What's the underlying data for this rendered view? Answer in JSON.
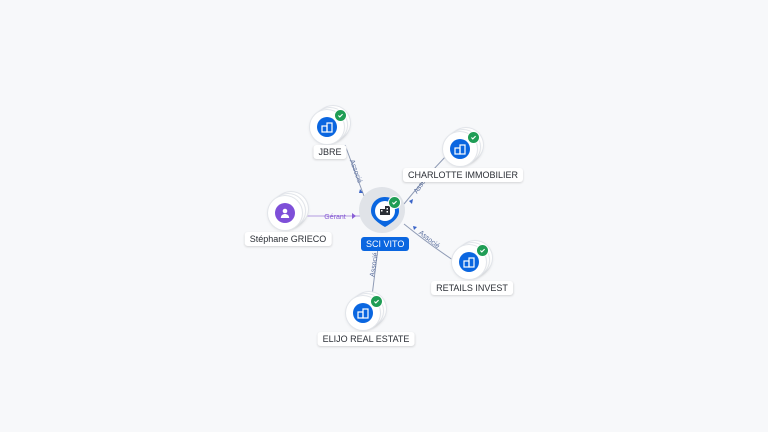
{
  "center": {
    "label": "SCI VITO"
  },
  "nodes": [
    {
      "id": "jbre",
      "label": "JBRE",
      "kind": "company",
      "verified": true
    },
    {
      "id": "charlotte",
      "label": "CHARLOTTE IMMOBILIER",
      "kind": "company",
      "verified": true
    },
    {
      "id": "stephane",
      "label": "Stéphane GRIECO",
      "kind": "person",
      "verified": false
    },
    {
      "id": "retails",
      "label": "RETAILS INVEST",
      "kind": "company",
      "verified": true
    },
    {
      "id": "elijo",
      "label": "ELIJO REAL ESTATE",
      "kind": "company",
      "verified": true
    }
  ],
  "edges": [
    {
      "label": "Associé",
      "color": "#5b6f9e"
    },
    {
      "label": "Associé",
      "color": "#5b6f9e"
    },
    {
      "label": "Gérant",
      "color": "#8a5fd6"
    },
    {
      "label": "Associé",
      "color": "#5b6f9e"
    },
    {
      "label": "Associé",
      "color": "#5b6f9e"
    }
  ],
  "colors": {
    "company": "#0a66e0",
    "person": "#7e4fd8",
    "verified": "#1f9d55"
  }
}
